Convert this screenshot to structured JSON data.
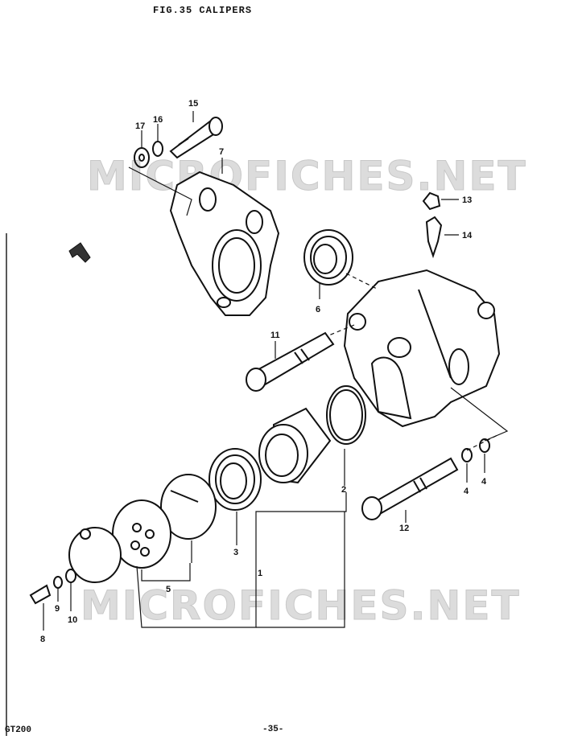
{
  "header": {
    "figure_title": "FIG.35 CALIPERS"
  },
  "footer": {
    "model": "GT200",
    "page_number": "-35-"
  },
  "watermarks": [
    "MICROFICHES.NET",
    "MICROFICHES.NET"
  ],
  "part_numbers": [
    "1",
    "2",
    "3",
    "4",
    "4",
    "5",
    "6",
    "7",
    "8",
    "9",
    "10",
    "11",
    "12",
    "13",
    "14",
    "15",
    "16",
    "17"
  ]
}
